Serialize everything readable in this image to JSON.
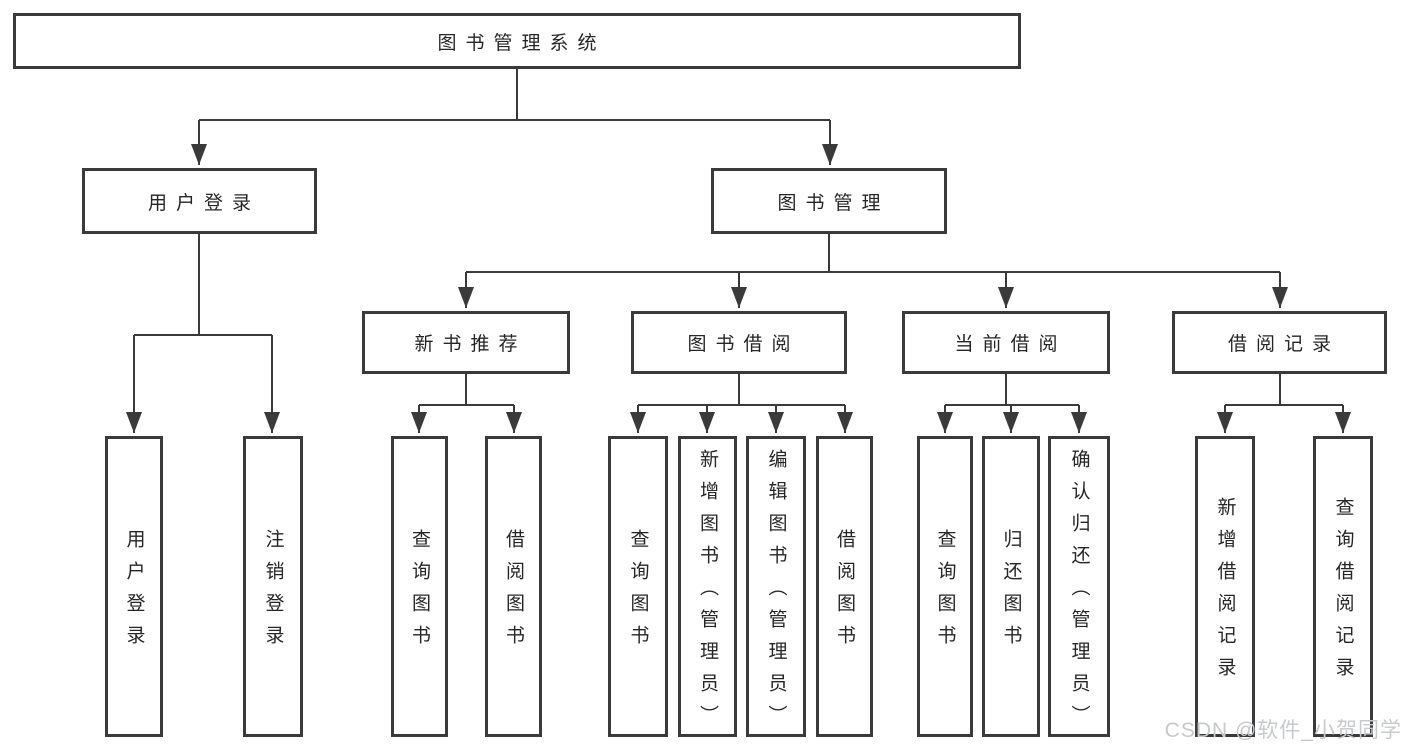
{
  "tree": {
    "label": "图书管理系统",
    "children": [
      {
        "label": "用户登录",
        "children": [
          {
            "label": "用户登录"
          },
          {
            "label": "注销登录"
          }
        ]
      },
      {
        "label": "图书管理",
        "children": [
          {
            "label": "新书推荐",
            "children": [
              {
                "label": "查询图书"
              },
              {
                "label": "借阅图书"
              }
            ]
          },
          {
            "label": "图书借阅",
            "children": [
              {
                "label": "查询图书"
              },
              {
                "label": "新增图书（管理员）"
              },
              {
                "label": "编辑图书（管理员）"
              },
              {
                "label": "借阅图书"
              }
            ]
          },
          {
            "label": "当前借阅",
            "children": [
              {
                "label": "查询图书"
              },
              {
                "label": "归还图书"
              },
              {
                "label": "确认归还（管理员）"
              }
            ]
          },
          {
            "label": "借阅记录",
            "children": [
              {
                "label": "新增借阅记录"
              },
              {
                "label": "查询借阅记录"
              }
            ]
          }
        ]
      }
    ]
  },
  "watermark": {
    "text": "CSDN @软件_小贺同学"
  },
  "colors": {
    "line": "#3a3a3a",
    "box_border": "#3a3a3a",
    "text": "#262626",
    "watermark": "#c7c9cb",
    "background": "#ffffff"
  }
}
